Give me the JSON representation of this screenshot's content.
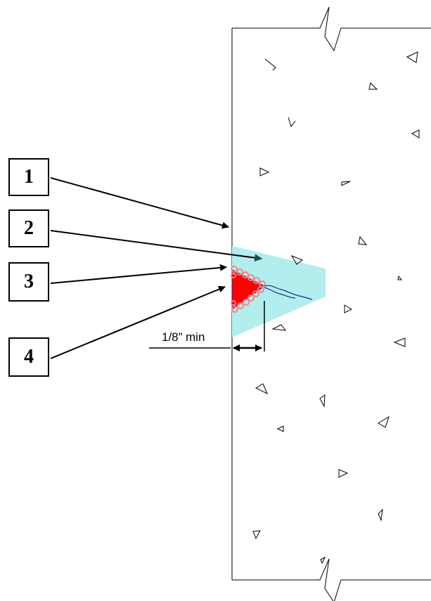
{
  "callouts": [
    {
      "id": "1",
      "label": "1"
    },
    {
      "id": "2",
      "label": "2"
    },
    {
      "id": "3",
      "label": "3"
    },
    {
      "id": "4",
      "label": "4"
    }
  ],
  "dimension": {
    "label": "1/8” min"
  },
  "colors": {
    "repair_zone": "#b2eeee",
    "defect_fill": "#ff0000",
    "defect_border": "#ff8080",
    "crack": "#1a2a8a",
    "arrow_dark": "#1e4d4d",
    "line": "#000000"
  }
}
